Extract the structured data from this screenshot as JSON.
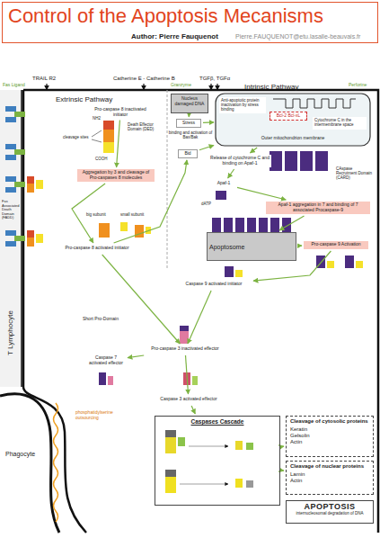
{
  "diagram": {
    "title": "Control of the Apoptosis Mecanisms",
    "nodes": [
      {
        "text": [
          "Nucleus damaged DNA"
        ]
      },
      {
        "text": [
          "Stress"
        ]
      },
      {
        "text": [
          "Bid"
        ]
      },
      {
        "text": [
          "Outer mitochondrion membrane"
        ]
      },
      {
        "text": [
          "Anti-apoptotic protein inactivation by stress binding"
        ],
        "in": 3
      },
      {
        "text": [
          "Bcl-2 Bcl-xL"
        ],
        "in": 3
      },
      {
        "text": [
          "Cytochrome C in the intermembrane space"
        ],
        "in": 3
      },
      {
        "text": [
          "Pro-caspase 8 inactivated initiator"
        ]
      },
      {
        "text": [
          "Aggregation by 3 and cleavage of Pro-caspases 8 molecules"
        ]
      },
      {
        "text": [
          "Pro-caspase 8 activated initiator"
        ]
      },
      {
        "text": [
          "Release of cytochrome C and binding on Apaf-1"
        ]
      },
      {
        "text": [
          "Apaf-1"
        ]
      },
      {
        "text": [
          "CAspase Recrutment Domain (CARD)"
        ]
      },
      {
        "text": [
          "Apaf-1 aggregation in 7 and binding of 7 associated Procaspase-9"
        ]
      },
      {
        "text": [
          "Apoptosome"
        ]
      },
      {
        "text": [
          "Pro-caspase 9 Activation"
        ]
      },
      {
        "text": [
          "Caspase 9 activated initiator"
        ]
      },
      {
        "text": [
          "Pro-caspase 3 inactivated effector"
        ]
      },
      {
        "text": [
          "Caspase 7 activated effector"
        ]
      },
      {
        "text": [
          "Caspase 3 activated effector"
        ]
      },
      {
        "text": [
          "Caspases Cascade"
        ]
      },
      {
        "text": [
          "Cleavage of cytosolic proteins",
          "Keratin",
          "Gelsolin",
          "Actin"
        ]
      },
      {
        "text": [
          "Cleavage of nuclear proteins",
          "Lamin",
          "Actin"
        ]
      },
      {
        "text": [
          "APOPTOSIS",
          "internucleosomal degradation of DNA"
        ]
      },
      {
        "text": [
          "T Lymphocyte"
        ]
      },
      {
        "text": [
          "Phagocyte"
        ]
      }
    ],
    "edges": [
      {
        "from": 0,
        "to": 1,
        "arrow": "to"
      },
      {
        "from": 1,
        "to": 3,
        "arrow": "to"
      },
      {
        "from": 2,
        "to": 3,
        "arrow": "to"
      },
      {
        "from": 7,
        "to": 8,
        "arrow": "to"
      },
      {
        "from": 8,
        "to": 9,
        "arrow": "to"
      },
      {
        "from": 9,
        "to": 2,
        "arrow": "to"
      },
      {
        "from": 9,
        "to": 17,
        "arrow": "to"
      },
      {
        "from": 3,
        "to": 10,
        "arrow": "to"
      },
      {
        "from": 10,
        "to": 11,
        "arrow": "to"
      },
      {
        "from": 11,
        "to": 13,
        "arrow": "to"
      },
      {
        "from": 13,
        "to": 14,
        "arrow": "to"
      },
      {
        "from": 14,
        "to": 15,
        "arrow": "to"
      },
      {
        "from": 15,
        "to": 16,
        "arrow": "to"
      },
      {
        "from": 16,
        "to": 17,
        "arrow": "to"
      },
      {
        "from": 17,
        "to": 18,
        "arrow": "to"
      },
      {
        "from": 17,
        "to": 19,
        "arrow": "to"
      },
      {
        "from": 19,
        "to": 20,
        "arrow": "to"
      },
      {
        "from": 20,
        "to": 21,
        "arrow": "to"
      },
      {
        "from": 20,
        "to": 22,
        "arrow": "to"
      }
    ],
    "labels": [
      "Author: Pierre Fauquenot",
      "Pierre.FAUQUENOT@etu.lasalle-beauvais.fr",
      "TRAIL R2",
      "Catherine E - Catherine B",
      "TGFβ, TGFα",
      "Extrinsic Pathway",
      "Intrinsic Pathway",
      "Fas Ligand",
      "Granzyme",
      "Perforine",
      "Death Effector Domain (DED)",
      "cleavage sites",
      "NH2",
      "COOH",
      "Fas Associated Death Domain (FADD)",
      "big subunit",
      "small subunit",
      "binding and activation of Bax/Bak",
      "dATP",
      "Short Pro-Domain",
      "phosphatidylserine outsourcing"
    ]
  }
}
